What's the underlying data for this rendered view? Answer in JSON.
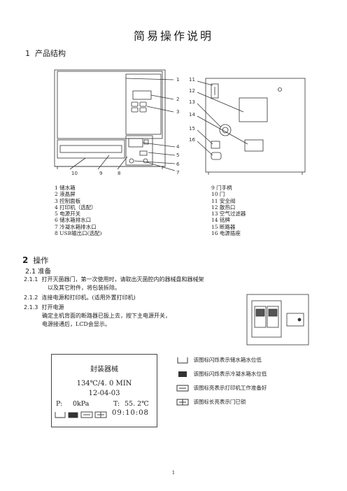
{
  "title": "简易操作说明",
  "section1": {
    "num": "1",
    "label": "产品结构"
  },
  "diagram_numbers": [
    "1",
    "2",
    "3",
    "4",
    "5",
    "6",
    "7",
    "8",
    "9",
    "10",
    "11",
    "12",
    "13",
    "14",
    "15",
    "16"
  ],
  "legend_left": [
    "1 储水箱",
    "2 液晶屏",
    "3 控制面板",
    "4 打印机（选配）",
    "5 电源开关",
    "6 储水箱排水口",
    "7 冷凝水箱排水口",
    "8 USB输出口(选配)"
  ],
  "legend_right": [
    "9 门手柄",
    "10 门",
    "11 安全阀",
    "12 散热口",
    "13 空气过滤器",
    "14 铭牌",
    "15 断路器",
    "16 电源插座"
  ],
  "section2": {
    "num": "2",
    "label": "操作"
  },
  "sub21": "2.1 准备",
  "step211": {
    "num": "2.1.1",
    "line1": "打开灭菌器门，第一次使用时，请取出灭菌腔内的器械盘和器械架",
    "line2": "以及其它附件，将包装拆除。"
  },
  "step212": {
    "num": "2.1.2",
    "text": "连接电源和打印机。(适用外置打印机)"
  },
  "step213": {
    "num": "2.1.3",
    "text": "打开电源",
    "line1": "确定主机背面的断路器已扳上去，按下主电源开关，",
    "line2": "电源接通后，LCD会显示。"
  },
  "lcd": {
    "status": "封装器械",
    "program": "134℃/4. 0 MIN",
    "date": "12-04-03",
    "pressure_label": "P:",
    "pressure_value": "0kPa",
    "temp_label": "T:",
    "temp_value": "55. 2℃",
    "time": "09:10:08"
  },
  "icon_notes": [
    {
      "icon": "water-tank-empty-icon",
      "text": "该图标闪烁表示储水箱水位低"
    },
    {
      "icon": "condensate-tank-full-icon",
      "text": "该图标闪烁表示冷凝水箱水位低"
    },
    {
      "icon": "printer-icon",
      "text": "该图标亮表示打印机工作准备好"
    },
    {
      "icon": "door-lock-icon",
      "text": "该图标长亮表示门已锁"
    }
  ],
  "page_number": "1"
}
